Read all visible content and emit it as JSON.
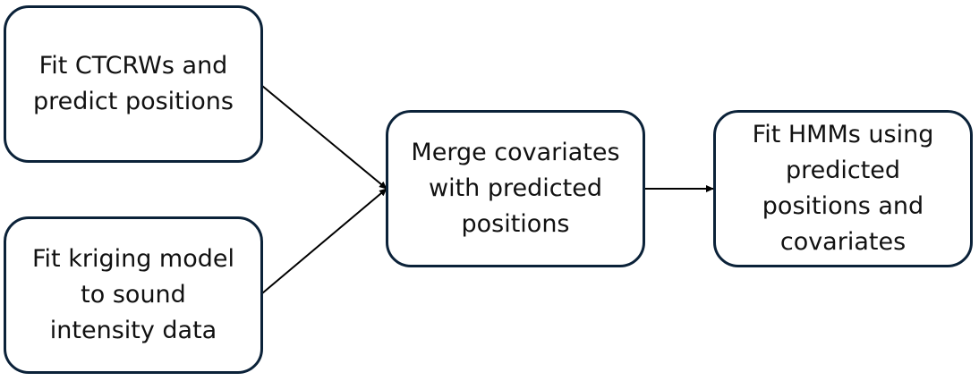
{
  "nodes": {
    "ctcrw": {
      "label": "Fit CTCRWs and\npredict positions"
    },
    "kriging": {
      "label": "Fit kriging model\nto sound\nintensity data"
    },
    "merge": {
      "label": "Merge covariates\nwith predicted\npositions"
    },
    "hmm": {
      "label": "Fit HMMs using\npredicted\npositions and\ncovariates"
    }
  },
  "edges": [
    {
      "from": "ctcrw",
      "to": "merge"
    },
    {
      "from": "kriging",
      "to": "merge"
    },
    {
      "from": "merge",
      "to": "hmm"
    }
  ],
  "colors": {
    "node_border": "#0b2239",
    "edge": "#000000",
    "text": "#111111"
  }
}
